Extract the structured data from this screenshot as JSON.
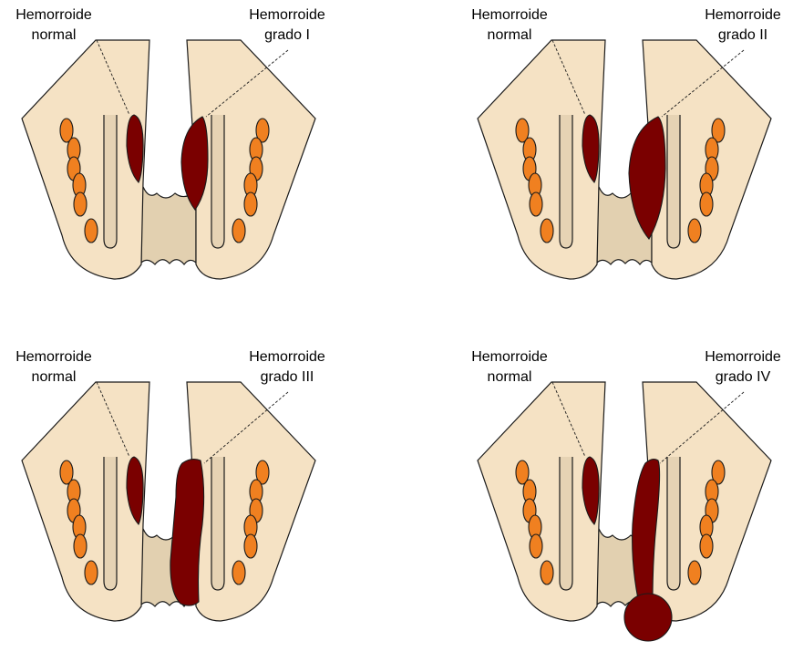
{
  "panels": [
    {
      "left_label_1": "Hemorroide",
      "left_label_2": "normal",
      "right_label_1": "Hemorroide",
      "right_label_2": "grado I"
    },
    {
      "left_label_1": "Hemorroide",
      "left_label_2": "normal",
      "right_label_1": "Hemorroide",
      "right_label_2": "grado II"
    },
    {
      "left_label_1": "Hemorroide",
      "left_label_2": "normal",
      "right_label_1": "Hemorroide",
      "right_label_2": "grado III"
    },
    {
      "left_label_1": "Hemorroide",
      "left_label_2": "normal",
      "right_label_1": "Hemorroide",
      "right_label_2": "grado IV"
    }
  ],
  "colors": {
    "tissue": "#f5e2c4",
    "canal": "#e2d0b0",
    "fold": "#e6d3b4",
    "vessel": "#f08020",
    "hemorrhoid": "#7a0000",
    "outline": "#1a1a1a"
  }
}
